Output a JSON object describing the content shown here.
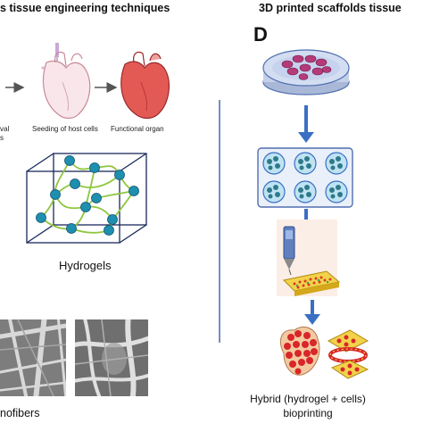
{
  "left_panel": {
    "header": "s tissue engineering techniques",
    "decellularization": {
      "caption_left_line1": "val",
      "caption_left_line2": "s",
      "caption_seeding": "Seeding of host cells",
      "caption_functional": "Functional organ"
    },
    "hydrogels": {
      "label": "Hydrogels"
    },
    "nanofibers": {
      "label": "nofibers"
    }
  },
  "right_panel": {
    "header": "3D printed scaffolds tissue",
    "panel_letter": "D",
    "caption_line1": "Hybrid (hydrogel + cells)",
    "caption_line2": "bioprinting"
  },
  "colors": {
    "arrow_blue": "#3a6fc4",
    "node_teal": "#1f8fb0",
    "fiber_green": "#8fc63f",
    "cube_edge": "#1a2a5a",
    "dish_purple": "#b43a7a",
    "divider": "#3d5ea8"
  }
}
